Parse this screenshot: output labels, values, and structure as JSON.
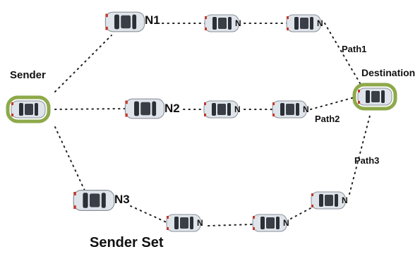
{
  "labels": {
    "sender": "Sender",
    "destination": "Destination",
    "sender_set": "Sender Set",
    "path1": "Path1",
    "path2": "Path2",
    "path3": "Path3"
  },
  "nodes": {
    "n1": "N1",
    "n2": "N2",
    "n3": "N3",
    "relay": "N"
  },
  "colors": {
    "highlight_green": "#7a9a2a",
    "car_body": "#dfe4ea",
    "car_dark": "#2b2f36",
    "dots": "#222222"
  }
}
